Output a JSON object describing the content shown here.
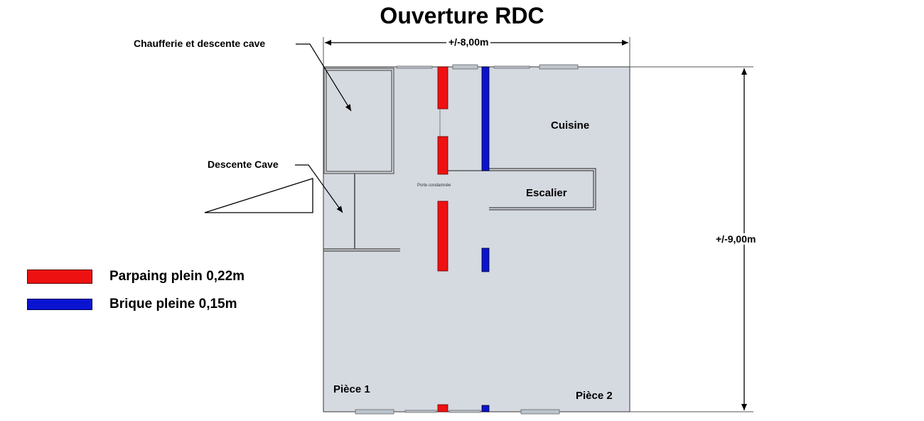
{
  "title": "Ouverture RDC",
  "dimensions": {
    "width": "+/-8,00m",
    "height": "+/-9,00m"
  },
  "labels": {
    "chaufferie": "Chaufferie et descente cave",
    "descente_cave": "Descente Cave",
    "cuisine": "Cuisine",
    "escalier": "Escalier",
    "piece1": "Pièce 1",
    "piece2": "Pièce 2",
    "porte": "Porte condamnée"
  },
  "legend": [
    {
      "label": "Parpaing plein 0,22m",
      "color": "#ee1111"
    },
    {
      "label": "Brique pleine 0,15m",
      "color": "#0a14d0"
    }
  ],
  "colors": {
    "floor": "#d5d9e0",
    "wall_line": "#444444",
    "window": "#bcc4cd"
  }
}
